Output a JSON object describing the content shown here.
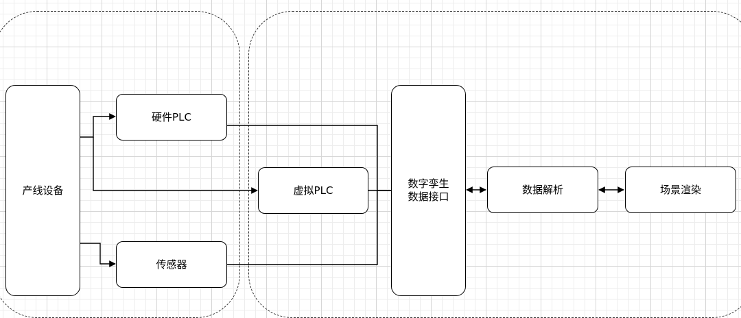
{
  "nodes": {
    "production_line": "产线设备",
    "hardware_plc": "硬件PLC",
    "virtual_plc": "虚拟PLC",
    "sensor": "传感器",
    "digital_twin_interface": "数字孪生\n数据接口",
    "data_parsing": "数据解析",
    "scene_rendering": "场景渲染"
  },
  "colors": {
    "stroke": "#000000",
    "dashed_border": "#333333",
    "grid_major": "#d6d6d6",
    "grid_minor": "#ededed"
  }
}
